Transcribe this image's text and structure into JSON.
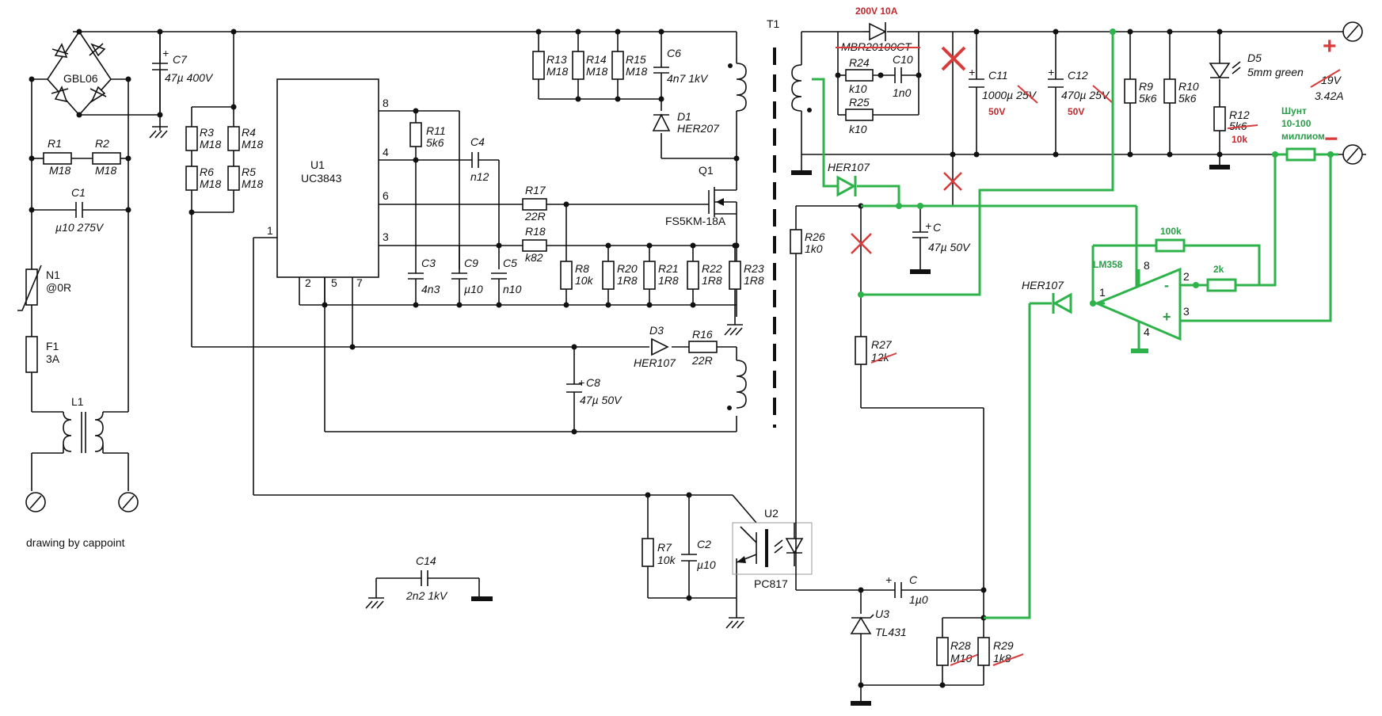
{
  "components": {
    "bridge": "GBL06",
    "c7": {
      "name": "C7",
      "value": "47µ 400V"
    },
    "r1": {
      "name": "R1",
      "value": "M18"
    },
    "r2": {
      "name": "R2",
      "value": "M18"
    },
    "c1": {
      "name": "C1",
      "value": "µ10 275V"
    },
    "n1": {
      "name": "N1",
      "value": "@0R"
    },
    "f1": {
      "name": "F1",
      "value": "3A"
    },
    "l1": {
      "name": "L1"
    },
    "r3": {
      "name": "R3",
      "value": "M18"
    },
    "r4": {
      "name": "R4",
      "value": "M18"
    },
    "r5": {
      "name": "R5",
      "value": "M18"
    },
    "r6": {
      "name": "R6",
      "value": "M18"
    },
    "u1": {
      "name": "U1",
      "value": "UC3843"
    },
    "u1_pins": [
      "8",
      "4",
      "6",
      "3",
      "1",
      "2",
      "5",
      "7"
    ],
    "r11": {
      "name": "R11",
      "value": "5k6"
    },
    "c4": {
      "name": "C4",
      "value": "n12"
    },
    "r17": {
      "name": "R17",
      "value": "22R"
    },
    "r18": {
      "name": "R18",
      "value": "k82"
    },
    "c3": {
      "name": "C3",
      "value": "4n3"
    },
    "c9": {
      "name": "C9",
      "value": "µ10"
    },
    "c5": {
      "name": "C5",
      "value": "n10"
    },
    "r8": {
      "name": "R8",
      "value": "10k"
    },
    "r20": {
      "name": "R20",
      "value": "1R8"
    },
    "r21": {
      "name": "R21",
      "value": "1R8"
    },
    "r22": {
      "name": "R22",
      "value": "1R8"
    },
    "r23": {
      "name": "R23",
      "value": "1R8"
    },
    "r13": {
      "name": "R13",
      "value": "M18"
    },
    "r14": {
      "name": "R14",
      "value": "M18"
    },
    "r15": {
      "name": "R15",
      "value": "M18"
    },
    "c6": {
      "name": "C6",
      "value": "4n7 1kV"
    },
    "d1": {
      "name": "D1",
      "value": "HER207"
    },
    "q1": {
      "name": "Q1",
      "value": "FS5KM-18A"
    },
    "d3": {
      "name": "D3",
      "value": "HER107"
    },
    "r16": {
      "name": "R16",
      "value": "22R"
    },
    "c8": {
      "name": "C8",
      "value": "47µ 50V"
    },
    "t1": {
      "name": "T1"
    },
    "r7": {
      "name": "R7",
      "value": "10k"
    },
    "c2": {
      "name": "C2",
      "value": "µ10"
    },
    "u2": {
      "name": "U2",
      "value": "PC817"
    },
    "c14": {
      "name": "C14",
      "value": "2n2 1kV"
    },
    "d_out": {
      "value": "MBR20100CT",
      "new_value": "200V  10A"
    },
    "r24": {
      "name": "R24",
      "value": "k10"
    },
    "c10": {
      "name": "C10",
      "value": "1n0"
    },
    "r25": {
      "name": "R25",
      "value": "k10"
    },
    "c11": {
      "name": "C11",
      "value": "1000µ 25V",
      "new_value": "50V"
    },
    "c12": {
      "name": "C12",
      "value": "470µ 25V",
      "new_value": "50V"
    },
    "r9": {
      "name": "R9",
      "value": "5k6"
    },
    "r10": {
      "name": "R10",
      "value": "5k6"
    },
    "d5": {
      "name": "D5",
      "value": "5mm green"
    },
    "r12": {
      "name": "R12",
      "value": "5k6",
      "new_value": "10k"
    },
    "out_voltage": {
      "value": "19V",
      "current": "3.42A"
    },
    "shunt": {
      "line1": "Шунт",
      "line2": "10-100",
      "line3": "миллиом"
    },
    "her107_a": {
      "value": "HER107"
    },
    "c_aux": {
      "name": "C",
      "value": "47µ 50V"
    },
    "r26": {
      "name": "R26",
      "value": "1k0"
    },
    "r27": {
      "name": "R27",
      "value": "12k"
    },
    "c_fb": {
      "name": "C",
      "value": "1µ0"
    },
    "u3": {
      "name": "U3",
      "value": "TL431"
    },
    "r28": {
      "name": "R28",
      "value": "M10"
    },
    "r29": {
      "name": "R29",
      "value": "1k8"
    },
    "lm358": {
      "name": "LM358",
      "pin1": "1",
      "pin2": "2",
      "pin3": "3",
      "pin4": "4",
      "pin8": "8",
      "minus": "-",
      "plus": "+"
    },
    "r100k": {
      "value": "100k"
    },
    "r2k": {
      "value": "2k"
    },
    "her107_b": {
      "value": "HER107"
    }
  },
  "terminals": {
    "plus": "+",
    "minus": "−"
  },
  "credit": "drawing by cappoint"
}
